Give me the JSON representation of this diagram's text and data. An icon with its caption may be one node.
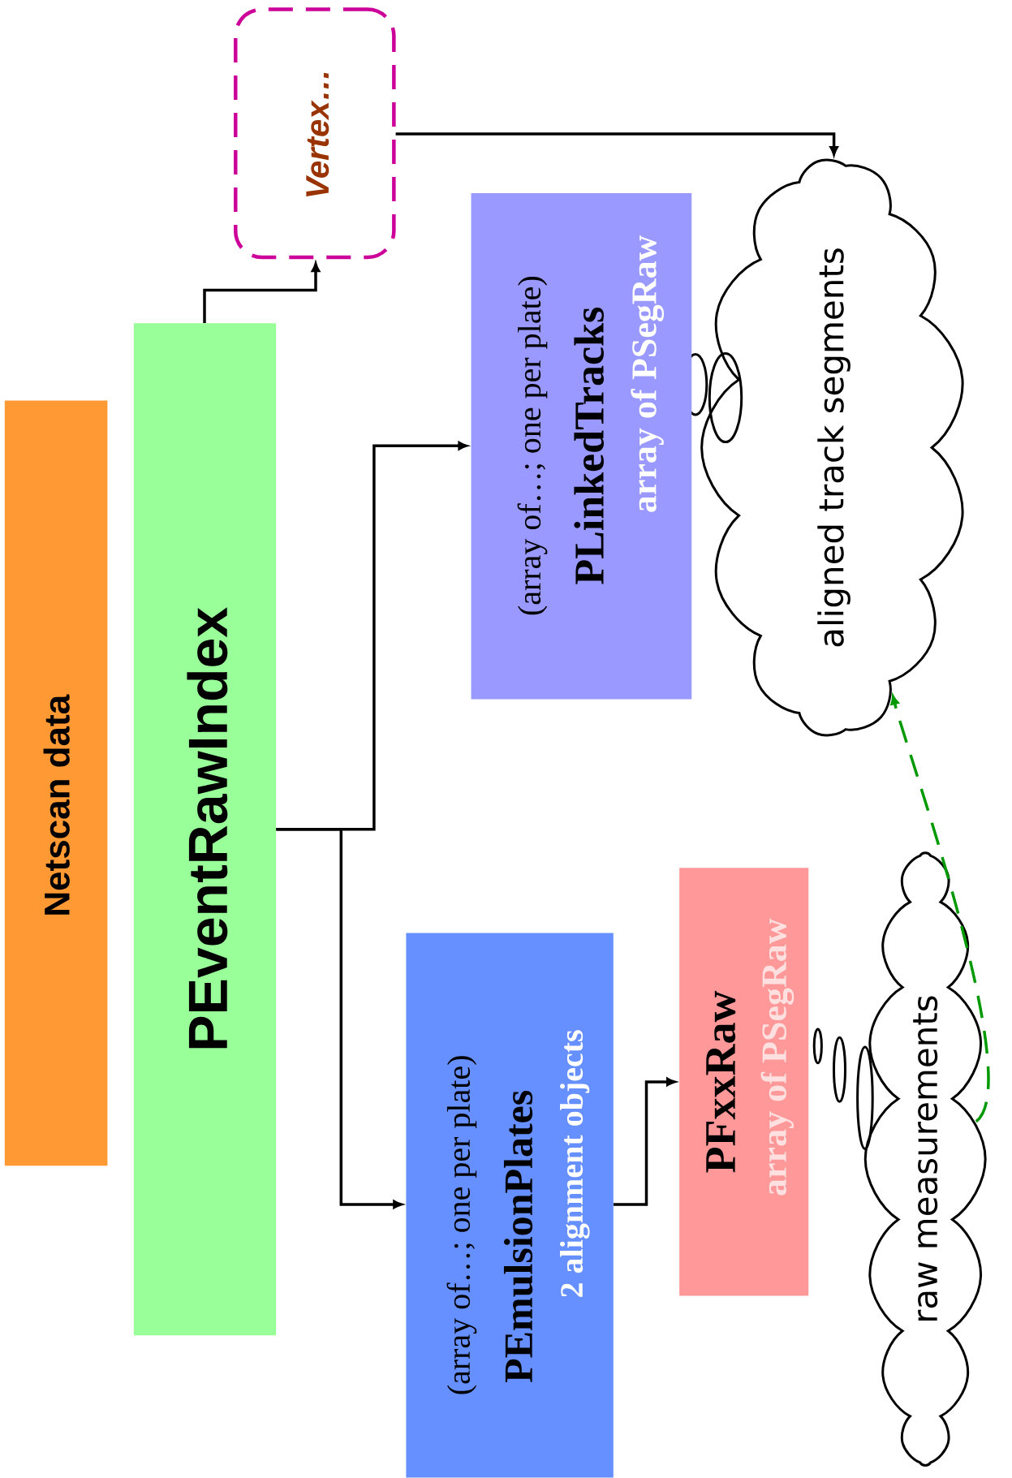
{
  "diagram": {
    "nodes": [
      {
        "text": [
          "Netscan data"
        ]
      },
      {
        "text": [
          "PEventRawIndex"
        ]
      },
      {
        "text": [
          "Vertex…"
        ]
      },
      {
        "text": [
          "(array of…; one per plate)",
          "PLinkedTracks",
          "array of **PSegRaw**"
        ]
      },
      {
        "text": [
          "(array of…; one per plate)",
          "PEmulsionPlates",
          "2 alignment objects"
        ]
      },
      {
        "text": [
          "PFxxRaw",
          "array of **PSegRaw**"
        ]
      },
      {
        "text": [
          "aligned track segments"
        ]
      },
      {
        "text": [
          "raw measurements"
        ]
      }
    ],
    "edges": [
      {
        "from": 1,
        "to": 2,
        "arrow": "to"
      },
      {
        "from": 1,
        "to": 3,
        "arrow": "to"
      },
      {
        "from": 1,
        "to": 4,
        "arrow": "to"
      },
      {
        "from": 4,
        "to": 5,
        "arrow": "to"
      },
      {
        "from": 2,
        "to": 6,
        "arrow": "to"
      },
      {
        "from": 7,
        "to": 6,
        "arrow": "to",
        "style": "dashed",
        "color": "#009900"
      }
    ]
  }
}
